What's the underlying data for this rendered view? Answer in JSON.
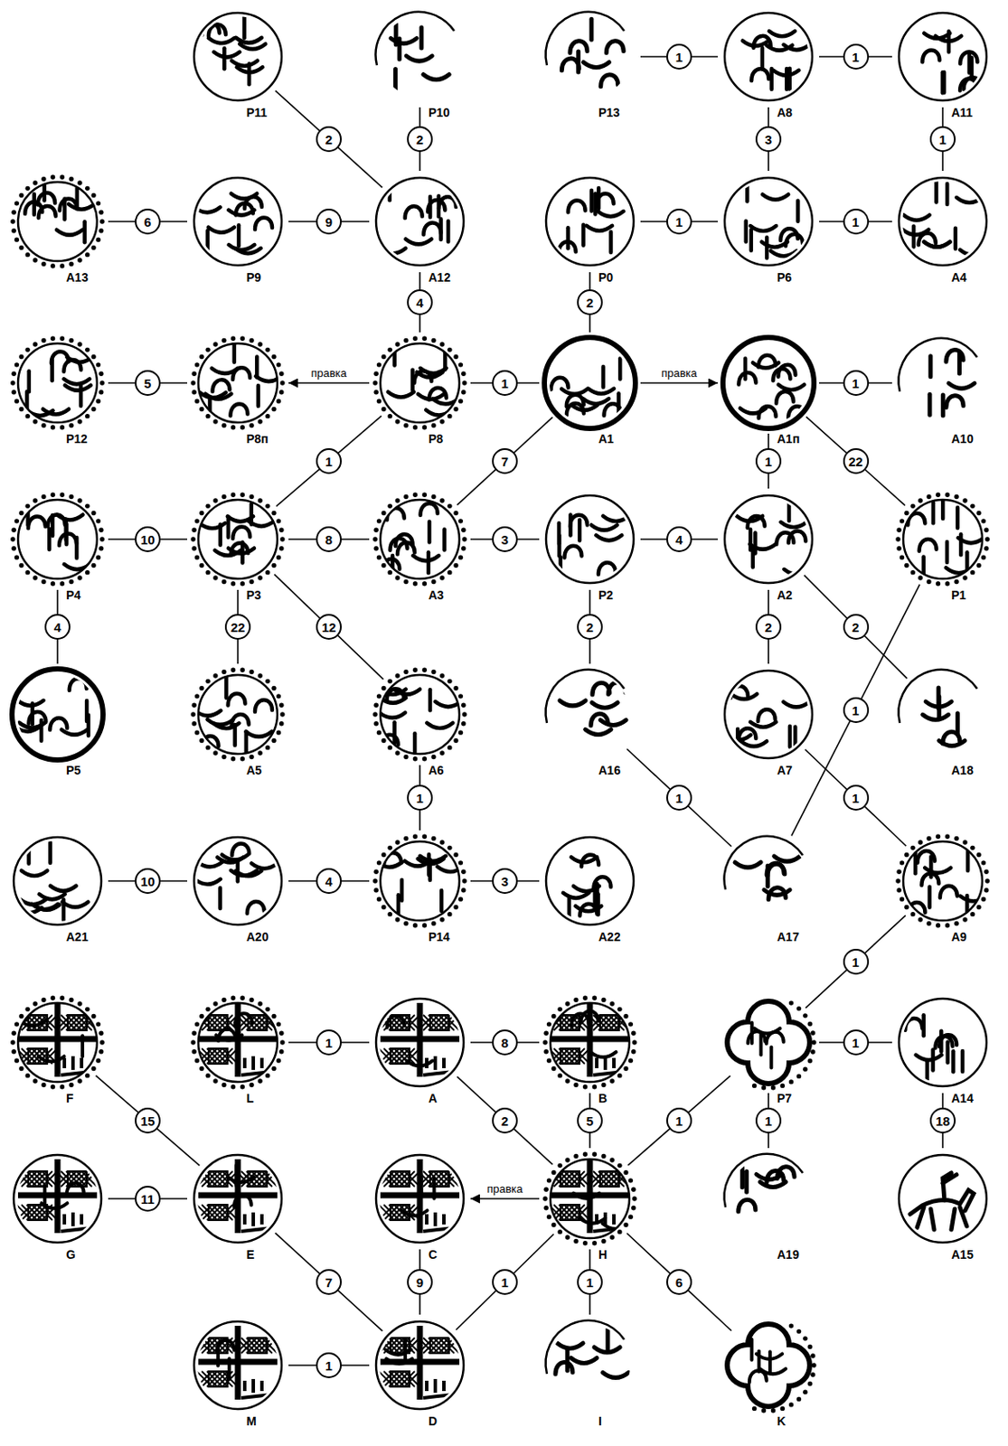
{
  "diagram": {
    "nodes": [
      {
        "text": [
          "P11"
        ]
      },
      {
        "text": [
          "P10"
        ]
      },
      {
        "text": [
          "P13"
        ]
      },
      {
        "text": [
          "A8"
        ]
      },
      {
        "text": [
          "A11"
        ]
      },
      {
        "text": [
          "A13"
        ]
      },
      {
        "text": [
          "P9"
        ]
      },
      {
        "text": [
          "A12"
        ]
      },
      {
        "text": [
          "P0"
        ]
      },
      {
        "text": [
          "P6"
        ]
      },
      {
        "text": [
          "A4"
        ]
      },
      {
        "text": [
          "P12"
        ]
      },
      {
        "text": [
          "P8п"
        ]
      },
      {
        "text": [
          "P8"
        ]
      },
      {
        "text": [
          "A1"
        ]
      },
      {
        "text": [
          "A1п"
        ]
      },
      {
        "text": [
          "A10"
        ]
      },
      {
        "text": [
          "P4"
        ]
      },
      {
        "text": [
          "P3"
        ]
      },
      {
        "text": [
          "A3"
        ]
      },
      {
        "text": [
          "P2"
        ]
      },
      {
        "text": [
          "A2"
        ]
      },
      {
        "text": [
          "P1"
        ]
      },
      {
        "text": [
          "P5"
        ]
      },
      {
        "text": [
          "A5"
        ]
      },
      {
        "text": [
          "A6"
        ]
      },
      {
        "text": [
          "A16"
        ]
      },
      {
        "text": [
          "A7"
        ]
      },
      {
        "text": [
          "A18"
        ]
      },
      {
        "text": [
          "A21"
        ]
      },
      {
        "text": [
          "A20"
        ]
      },
      {
        "text": [
          "P14"
        ]
      },
      {
        "text": [
          "A22"
        ]
      },
      {
        "text": [
          "A17"
        ]
      },
      {
        "text": [
          "A9"
        ]
      },
      {
        "text": [
          "F"
        ]
      },
      {
        "text": [
          "L"
        ]
      },
      {
        "text": [
          "A"
        ]
      },
      {
        "text": [
          "B"
        ]
      },
      {
        "text": [
          "P7"
        ]
      },
      {
        "text": [
          "A14"
        ]
      },
      {
        "text": [
          "G"
        ]
      },
      {
        "text": [
          "E"
        ]
      },
      {
        "text": [
          "C"
        ]
      },
      {
        "text": [
          "H"
        ]
      },
      {
        "text": [
          "A19"
        ]
      },
      {
        "text": [
          "A15"
        ]
      },
      {
        "text": [
          "M"
        ]
      },
      {
        "text": [
          "D"
        ]
      },
      {
        "text": [
          "I"
        ]
      },
      {
        "text": [
          "K"
        ]
      }
    ],
    "edges": [
      {
        "from": 2,
        "to": 3,
        "label": "1",
        "arrow": "none"
      },
      {
        "from": 3,
        "to": 4,
        "label": "1",
        "arrow": "none"
      },
      {
        "from": 3,
        "to": 9,
        "label": "3",
        "arrow": "none"
      },
      {
        "from": 4,
        "to": 10,
        "label": "1",
        "arrow": "none"
      },
      {
        "from": 8,
        "to": 9,
        "label": "1",
        "arrow": "none"
      },
      {
        "from": 9,
        "to": 10,
        "label": "1",
        "arrow": "none"
      },
      {
        "from": 0,
        "to": 7,
        "label": "2",
        "arrow": "none"
      },
      {
        "from": 1,
        "to": 7,
        "label": "2",
        "arrow": "none"
      },
      {
        "from": 5,
        "to": 6,
        "label": "6",
        "arrow": "none"
      },
      {
        "from": 6,
        "to": 7,
        "label": "9",
        "arrow": "none"
      },
      {
        "from": 7,
        "to": 13,
        "label": "4",
        "arrow": "none"
      },
      {
        "from": 8,
        "to": 14,
        "label": "2",
        "arrow": "none"
      },
      {
        "from": 11,
        "to": 12,
        "label": "5",
        "arrow": "none"
      },
      {
        "from": 13,
        "to": 12,
        "label": "правка",
        "arrow": "to"
      },
      {
        "from": 13,
        "to": 14,
        "label": "1",
        "arrow": "none"
      },
      {
        "from": 14,
        "to": 15,
        "label": "правка",
        "arrow": "to"
      },
      {
        "from": 15,
        "to": 16,
        "label": "1",
        "arrow": "none"
      },
      {
        "from": 13,
        "to": 18,
        "label": "1",
        "arrow": "none"
      },
      {
        "from": 14,
        "to": 19,
        "label": "7",
        "arrow": "none"
      },
      {
        "from": 15,
        "to": 21,
        "label": "1",
        "arrow": "none"
      },
      {
        "from": 15,
        "to": 22,
        "label": "22",
        "arrow": "none"
      },
      {
        "from": 17,
        "to": 18,
        "label": "10",
        "arrow": "none"
      },
      {
        "from": 18,
        "to": 19,
        "label": "8",
        "arrow": "none"
      },
      {
        "from": 19,
        "to": 20,
        "label": "3",
        "arrow": "none"
      },
      {
        "from": 20,
        "to": 21,
        "label": "4",
        "arrow": "none"
      },
      {
        "from": 17,
        "to": 23,
        "label": "4",
        "arrow": "none"
      },
      {
        "from": 18,
        "to": 24,
        "label": "22",
        "arrow": "none"
      },
      {
        "from": 18,
        "to": 25,
        "label": "12",
        "arrow": "none"
      },
      {
        "from": 20,
        "to": 26,
        "label": "2",
        "arrow": "none"
      },
      {
        "from": 21,
        "to": 27,
        "label": "2",
        "arrow": "none"
      },
      {
        "from": 21,
        "to": 28,
        "label": "2",
        "arrow": "none"
      },
      {
        "from": 22,
        "to": 33,
        "label": "1",
        "arrow": "none"
      },
      {
        "from": 25,
        "to": 31,
        "label": "1",
        "arrow": "none"
      },
      {
        "from": 26,
        "to": 33,
        "label": "1",
        "arrow": "none"
      },
      {
        "from": 27,
        "to": 34,
        "label": "1",
        "arrow": "none"
      },
      {
        "from": 29,
        "to": 30,
        "label": "10",
        "arrow": "none"
      },
      {
        "from": 30,
        "to": 31,
        "label": "4",
        "arrow": "none"
      },
      {
        "from": 31,
        "to": 32,
        "label": "3",
        "arrow": "none"
      },
      {
        "from": 34,
        "to": 39,
        "label": "1",
        "arrow": "none"
      },
      {
        "from": 36,
        "to": 37,
        "label": "1",
        "arrow": "none"
      },
      {
        "from": 37,
        "to": 38,
        "label": "8",
        "arrow": "none"
      },
      {
        "from": 39,
        "to": 40,
        "label": "1",
        "arrow": "none"
      },
      {
        "from": 35,
        "to": 42,
        "label": "15",
        "arrow": "none"
      },
      {
        "from": 37,
        "to": 44,
        "label": "2",
        "arrow": "none"
      },
      {
        "from": 38,
        "to": 44,
        "label": "5",
        "arrow": "none"
      },
      {
        "from": 44,
        "to": 39,
        "label": "1",
        "arrow": "none"
      },
      {
        "from": 39,
        "to": 45,
        "label": "1",
        "arrow": "none"
      },
      {
        "from": 40,
        "to": 46,
        "label": "18",
        "arrow": "none"
      },
      {
        "from": 41,
        "to": 42,
        "label": "11",
        "arrow": "none"
      },
      {
        "from": 44,
        "to": 43,
        "label": "правка",
        "arrow": "to"
      },
      {
        "from": 42,
        "to": 48,
        "label": "7",
        "arrow": "none"
      },
      {
        "from": 43,
        "to": 48,
        "label": "9",
        "arrow": "none"
      },
      {
        "from": 44,
        "to": 48,
        "label": "1",
        "arrow": "none"
      },
      {
        "from": 44,
        "to": 49,
        "label": "1",
        "arrow": "none"
      },
      {
        "from": 44,
        "to": 50,
        "label": "6",
        "arrow": "none"
      },
      {
        "from": 47,
        "to": 48,
        "label": "1",
        "arrow": "none"
      }
    ]
  }
}
